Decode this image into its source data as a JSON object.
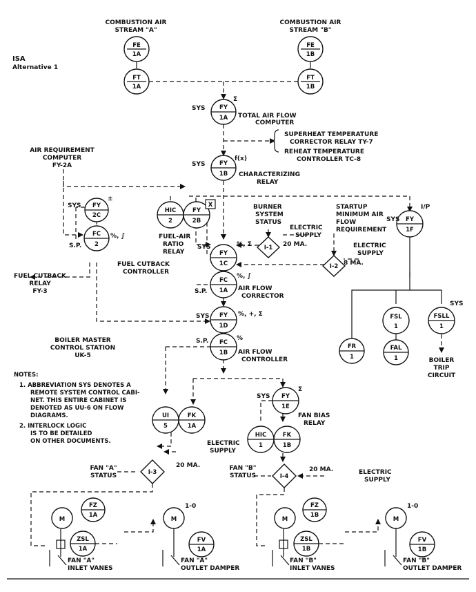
{
  "header": {
    "title": "ISA",
    "subtitle": "Alternative 1"
  },
  "streams": {
    "a": "COMBUSTION AIR STREAM \"A\"",
    "b": "COMBUSTION AIR STREAM \"B\"",
    "a1": "COMBUSTION AIR",
    "a2": "STREAM \"A\"",
    "b1": "COMBUSTION AIR",
    "b2": "STREAM \"B\""
  },
  "instruments": {
    "fe1a": [
      "FE",
      "1A"
    ],
    "ft1a": [
      "FT",
      "1A"
    ],
    "fe1b": [
      "FE",
      "1B"
    ],
    "ft1b": [
      "FT",
      "1B"
    ],
    "fy1a": [
      "FY",
      "1A"
    ],
    "fy1b": [
      "FY",
      "1B"
    ],
    "fy2c": [
      "FY",
      "2C"
    ],
    "fc2": [
      "FC",
      "2"
    ],
    "hic2": [
      "HIC",
      "2"
    ],
    "fy2b": [
      "FY",
      "2B"
    ],
    "fy1c": [
      "FY",
      "1C"
    ],
    "fc1a": [
      "FC",
      "1A"
    ],
    "fy1d": [
      "FY",
      "1D"
    ],
    "fc1b": [
      "FC",
      "1B"
    ],
    "fy1f": [
      "FY",
      "1F"
    ],
    "fr1": [
      "FR",
      "1"
    ],
    "fsl1": [
      "FSL",
      "1"
    ],
    "fal1": [
      "FAL",
      "1"
    ],
    "fsll1": [
      "FSLL",
      "1"
    ],
    "ui5": [
      "UI",
      "5"
    ],
    "fk1a": [
      "FK",
      "1A"
    ],
    "fy1e": [
      "FY",
      "1E"
    ],
    "hic1": [
      "HIC",
      "1"
    ],
    "fk1b": [
      "FK",
      "1B"
    ],
    "fz1a": [
      "FZ",
      "1A"
    ],
    "zsl1a": [
      "ZSL",
      "1A"
    ],
    "fv1a": [
      "FV",
      "1A"
    ],
    "fz1b": [
      "FZ",
      "1B"
    ],
    "zsl1b": [
      "ZSL",
      "1B"
    ],
    "fv1b": [
      "FV",
      "1B"
    ],
    "m": "M"
  },
  "interlocks": {
    "i1": "I-1",
    "i2": "I-2",
    "i3": "I-3",
    "i4": "I-4"
  },
  "labels": {
    "sys": "SYS",
    "sp": "S.P.",
    "sigma": "Σ",
    "fx": "f(x)",
    "ip": "I/P",
    "one0": "1-0",
    "pct_int": "%, ∫",
    "pct_sig": "%, Σ",
    "pct_plus_sig": "%, +, Σ",
    "pct": "%",
    "plusminus": "±",
    "x": "X",
    "total_air_1": "TOTAL AIR FLOW",
    "total_air_2": "COMPUTER",
    "sh_1": "SUPERHEAT TEMPERATURE",
    "sh_2": "CORRECTOR RELAY TY-7",
    "rh_1": "REHEAT TEMPERATURE",
    "rh_2": "CONTROLLER TC-8",
    "char_1": "CHARACTERIZING",
    "char_2": "RELAY",
    "air_req_1": "AIR REQUIREMENT",
    "air_req_2": "COMPUTER",
    "air_req_3": "FY-2A",
    "burner_1": "BURNER",
    "burner_2": "SYSTEM",
    "burner_3": "STATUS",
    "startup_1": "STARTUP",
    "startup_2": "MINIMUM AIR",
    "startup_3": "FLOW",
    "startup_4": "REQUIREMENT",
    "elec_1": "ELECTRIC",
    "elec_2": "SUPPLY",
    "ma20": "20 MA.",
    "ma8": "8 MA.",
    "far_1": "FUEL-AIR",
    "far_2": "RATIO",
    "far_3": "RELAY",
    "fcc_1": "FUEL CUTBACK",
    "fcc_2": "CONTROLLER",
    "fcr_1": "FUEL CUTBACK",
    "fcr_2": "RELAY",
    "fcr_3": "FY-3",
    "afc_1": "AIR FLOW",
    "afc_2": "CORRECTOR",
    "bm_1": "BOILER MASTER",
    "bm_2": "CONTROL STATION",
    "bm_3": "UK-5",
    "afctl_1": "AIR FLOW",
    "afctl_2": "CONTROLLER",
    "trip_1": "BOILER",
    "trip_2": "TRIP",
    "trip_3": "CIRCUIT",
    "fanbias_1": "FAN BIAS",
    "fanbias_2": "RELAY",
    "fan_a_status_1": "FAN \"A\"",
    "fan_a_status_2": "STATUS",
    "fan_b_status_1": "FAN \"B\"",
    "fan_b_status_2": "STATUS",
    "fan_a_iv_1": "FAN \"A\"",
    "fan_a_iv_2": "INLET VANES",
    "fan_a_od_1": "FAN \"A\"",
    "fan_a_od_2": "OUTLET DAMPER",
    "fan_b_iv_1": "FAN \"B\"",
    "fan_b_iv_2": "INLET VANES",
    "fan_b_od_1": "FAN \"B\"",
    "fan_b_od_2": "OUTLET DAMPER"
  },
  "notes": {
    "title": "NOTES:",
    "lines": [
      "1.  ABBREVIATION SYS DENOTES A",
      "REMOTE SYSTEM CONTROL CABI-",
      "NET.  THIS ENTIRE CABINET IS",
      "DENOTED AS UU-6 ON FLOW",
      "DIAGRAMS.",
      "2.  INTERLOCK LOGIC",
      "IS TO BE DETAILED",
      "ON OTHER DOCUMENTS."
    ]
  }
}
